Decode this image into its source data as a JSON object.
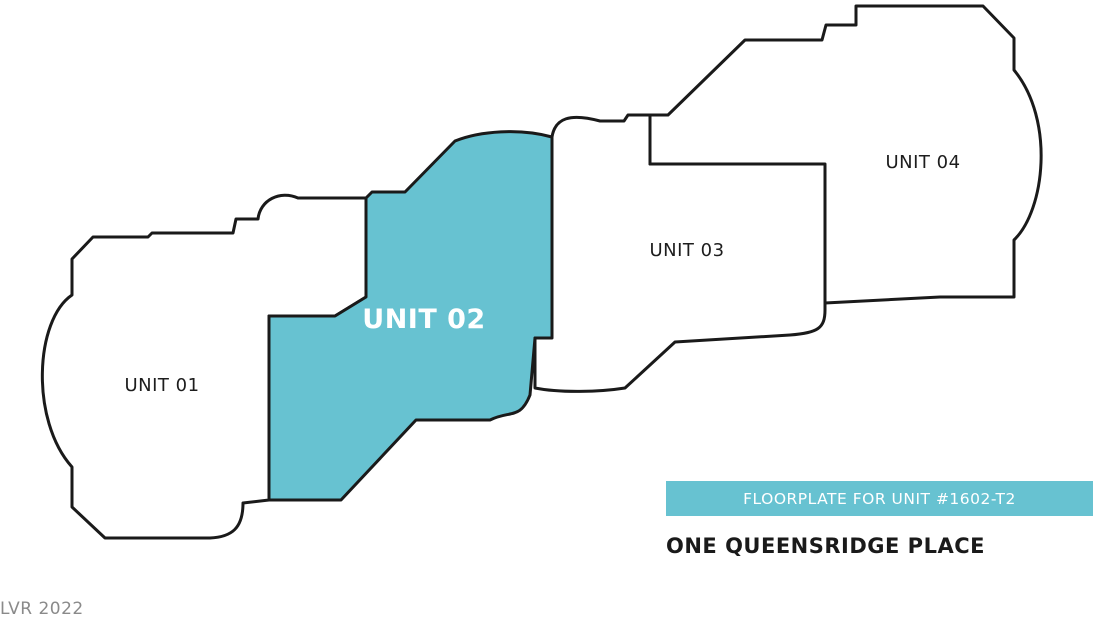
{
  "floorplan": {
    "units": [
      {
        "id": "unit-01",
        "label": "UNIT 01",
        "highlighted": false
      },
      {
        "id": "unit-02",
        "label": "UNIT 02",
        "highlighted": true
      },
      {
        "id": "unit-03",
        "label": "UNIT 03",
        "highlighted": false
      },
      {
        "id": "unit-04",
        "label": "UNIT 04",
        "highlighted": false
      }
    ]
  },
  "banner": {
    "text": "FLOORPLATE FOR UNIT #1602-T2"
  },
  "building": {
    "name": "ONE QUEENSRIDGE PLACE"
  },
  "watermark": {
    "text": "LVR 2022"
  },
  "colors": {
    "highlight": "#67c2d1",
    "outline": "#1a1a1a",
    "background": "#ffffff"
  }
}
